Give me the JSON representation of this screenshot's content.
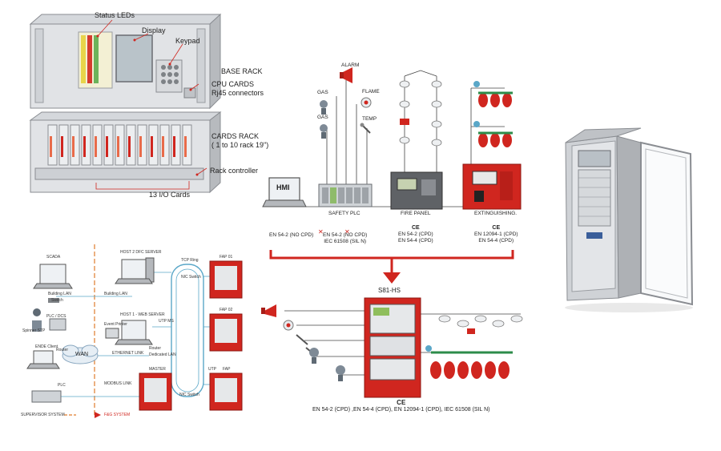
{
  "rack": {
    "status_leds": "Status LEDs",
    "display": "Display",
    "keypad": "Keypad",
    "base_rack": "BASE RACK",
    "cpu_cards": "CPU  CARDS",
    "rj45": "Rj45 connectors",
    "cards_rack": "CARDS RACK",
    "cards_rack_sub": "( 1 to 10 rack 19\")",
    "rack_controller": "Rack controller",
    "io_cards": "13  I/O Cards"
  },
  "plc": {
    "hmi": "HMI",
    "gas1": "GAS",
    "gas2": "GAS",
    "alarm": "ALARM",
    "flame": "FLAME",
    "temp": "TEMP",
    "safety_plc": "SAFETY PLC",
    "fire_panel": "FIRE PANEL",
    "extinguishing": "EXTINGUISHING.",
    "cert_hmi": "EN 54-2  (NO CPD)",
    "cert_plc_1": "EN 54-2  (NO CPD)",
    "cert_plc_2": "IEC 61508 (SIL N)",
    "cert_fire_1": "EN 54-2  (CPD)",
    "cert_fire_2": "EN 54-4  (CPD)",
    "cert_ext_1": "EN 12094-1  (CPD)",
    "cert_ext_2": "EN 54-4  (CPD)",
    "ce": "CE"
  },
  "network": {
    "scada": "SCADA",
    "building_lan": "Building LAN",
    "switch": "Switch",
    "building_lan2": "Building LAN",
    "plc_dcs": "PLC / DCS",
    "spinner": "Spinner STP",
    "ende_client": "ENDE Client",
    "router": "Router",
    "wan": "WAN",
    "plc": "PLC",
    "modbus_link": "MODBUS LINK",
    "host_dfc": "HOST 2 DFC SERVER",
    "tcp_ring": "TCP Ring",
    "nic_switch": "NIC Switch",
    "host_web": "HOST 1 - WEB SERVER",
    "event_printer": "Event Printer",
    "utp": "UTP MS",
    "ethernet_link": "ETHERNET LINK",
    "router2": "Router",
    "dedicated_lan": "Dedicated LAN",
    "master": "MASTER",
    "nic_switch2": "NIC Switch",
    "utp2": "UTP",
    "fap1": "FAP 01",
    "fap2": "FAP 02",
    "fap3": "FAP",
    "supervisor": "SUPERVISOR SYSTEM",
    "fg_system": "F&G SYSTEM"
  },
  "s81": {
    "title": "S81-HS",
    "cert": "EN 54-2  (CPD) ,EN 54-4  (CPD), EN 12094-1 (CPD), IEC 61508 (SIL N)",
    "ce": "CE"
  },
  "colors": {
    "red": "#d0261f",
    "panel_grey": "#c9ccd0",
    "dark": "#333333",
    "cyan": "#5aa7c8"
  }
}
